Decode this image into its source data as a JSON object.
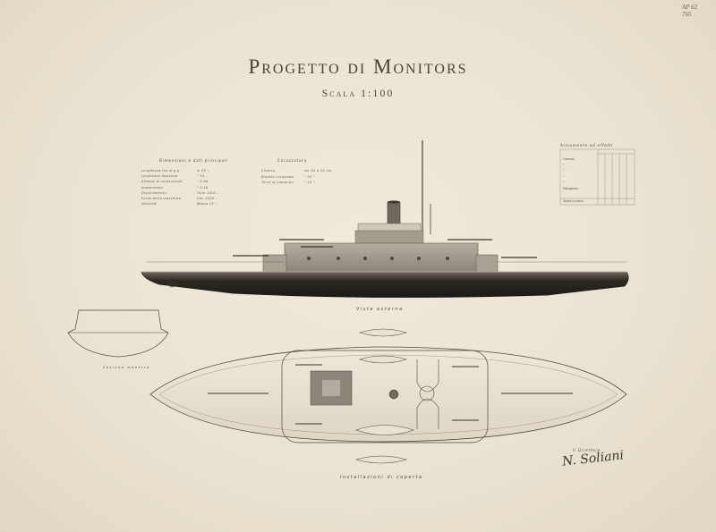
{
  "title": "Progetto di Monitors",
  "scale": "Scala 1:100",
  "catalog_mark": [
    "AP 62",
    "765"
  ],
  "dimensions_table": {
    "title": "Dimensioni e dati principali",
    "rows": [
      {
        "label": "Lunghezza fra le p.p.",
        "value": "m 55 –"
      },
      {
        "label": "Larghezza massima",
        "value": "\" 10 –"
      },
      {
        "label": "Altezza di costruzione",
        "value": "\" 5.90"
      },
      {
        "label": "Immersione",
        "value": "\" 3.16"
      },
      {
        "label": "Dislocamento",
        "value": "Tonn 1300 –"
      },
      {
        "label": "Forza della macchina",
        "value": "Cav 1200 –"
      },
      {
        "label": "Velocità",
        "value": "Miglia 13 –"
      }
    ]
  },
  "armor_table": {
    "title": "Corazzatura",
    "rows": [
      {
        "label": "Cintura",
        "value": "cm 20 a 10 cm"
      },
      {
        "label": "Ridotto corazzato",
        "value": "\" 20 \""
      },
      {
        "label": "Torre di comando",
        "value": "\" 10 \""
      }
    ]
  },
  "armament_table": {
    "title": "Armamento ed effetti",
    "rows": [
      "Cannoni",
      "\"",
      "\"",
      "\"",
      "\"",
      "Mitragliere"
    ],
    "total": "Totale numero"
  },
  "captions": {
    "side_view": "Vista esterna",
    "section": "Sezione maestra",
    "deck": "Installazioni di coperta"
  },
  "signature_label": "Il Direttore",
  "signature": "N. Soliani"
}
